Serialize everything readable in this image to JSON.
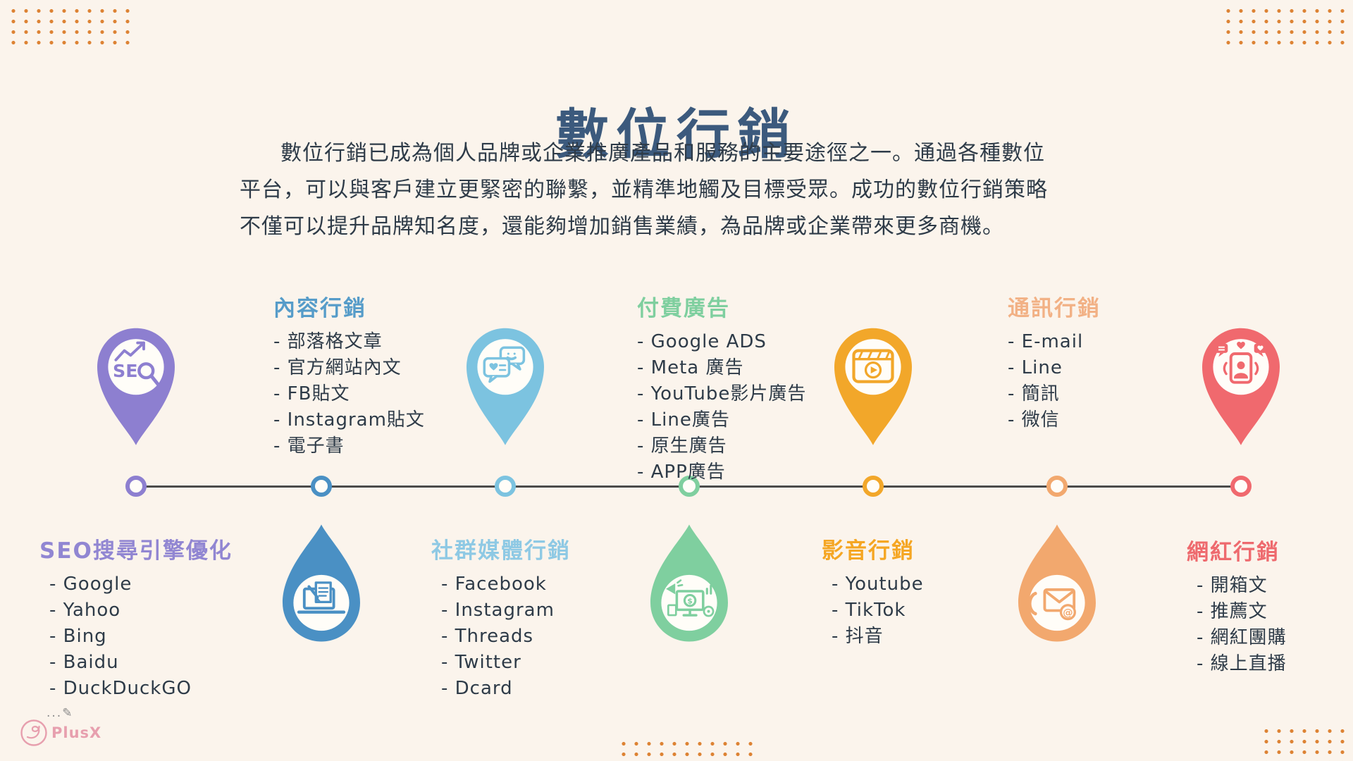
{
  "title": "數位行銷",
  "intro": {
    "line1": "數位行銷已成為個人品牌或企業推廣產品和服務的主要途徑之一。通過各種數位",
    "line2": "平台，可以與客戶建立更緊密的聯繫，並精準地觸及目標受眾。成功的數位行銷策略",
    "line3": "不僅可以提升品牌知名度，還能夠增加銷售業績，為品牌或企業帶來更多商機。"
  },
  "colors": {
    "background": "#fbf4ec",
    "title": "#3c5a7d",
    "body_text": "#2e3b48",
    "timeline_line": "#4b4b4b",
    "dot_pattern_accent": "#dd8334",
    "logo_pink": "#e79fae"
  },
  "sections": [
    {
      "id": "seo",
      "heading": "SEO搜尋引擎優化",
      "heading_color": "#9186d2",
      "node_color": "#8d7fd0",
      "icon": "seo-magnifier-chart-icon",
      "icon_text": "SE",
      "items": [
        "- Google",
        "- Yahoo",
        "- Bing",
        "- Baidu",
        "- DuckDuckGO"
      ]
    },
    {
      "id": "content",
      "heading": "內容行銷",
      "heading_color": "#569cc9",
      "node_color": "#4a90c4",
      "icon": "laptop-writing-icon",
      "items": [
        "- 部落格文章",
        "- 官方網站內文",
        "- FB貼文",
        "- Instagram貼文",
        "- 電子書"
      ]
    },
    {
      "id": "social",
      "heading": "社群媒體行銷",
      "heading_color": "#8ec9e4",
      "node_color": "#7cc3e0",
      "icon": "chat-bubbles-icon",
      "items": [
        "- Facebook",
        "- Instagram",
        "- Threads",
        "- Twitter",
        "- Dcard"
      ]
    },
    {
      "id": "paid",
      "heading": "付費廣告",
      "heading_color": "#7fcf9f",
      "node_color": "#7fcf9f",
      "icon": "ads-monitor-icon",
      "icon_text": "$",
      "items": [
        "- Google  ADS",
        "- Meta 廣告",
        "- YouTube影片廣告",
        "- Line廣告",
        "- 原生廣告",
        "- APP廣告"
      ]
    },
    {
      "id": "video",
      "heading": "影音行銷",
      "heading_color": "#f5a623",
      "node_color": "#f2a72a",
      "icon": "video-clapperboard-icon",
      "items": [
        "- Youtube",
        "- TikTok",
        "- 抖音"
      ]
    },
    {
      "id": "messaging",
      "heading": "通訊行銷",
      "heading_color": "#f2b185",
      "node_color": "#f2a86e",
      "icon": "email-phone-icon",
      "icon_text": "@",
      "items": [
        "- E-mail",
        "- Line",
        "- 簡訊",
        "- 微信"
      ]
    },
    {
      "id": "influencer",
      "heading": "網紅行銷",
      "heading_color": "#ee6a6e",
      "node_color": "#f0696e",
      "icon": "influencer-phone-icon",
      "items": [
        "- 開箱文",
        "- 推薦文",
        "- 網紅團購",
        "- 線上直播"
      ]
    }
  ],
  "logo": {
    "name": "PlusX",
    "dots": "...",
    "pencil": "✎"
  }
}
